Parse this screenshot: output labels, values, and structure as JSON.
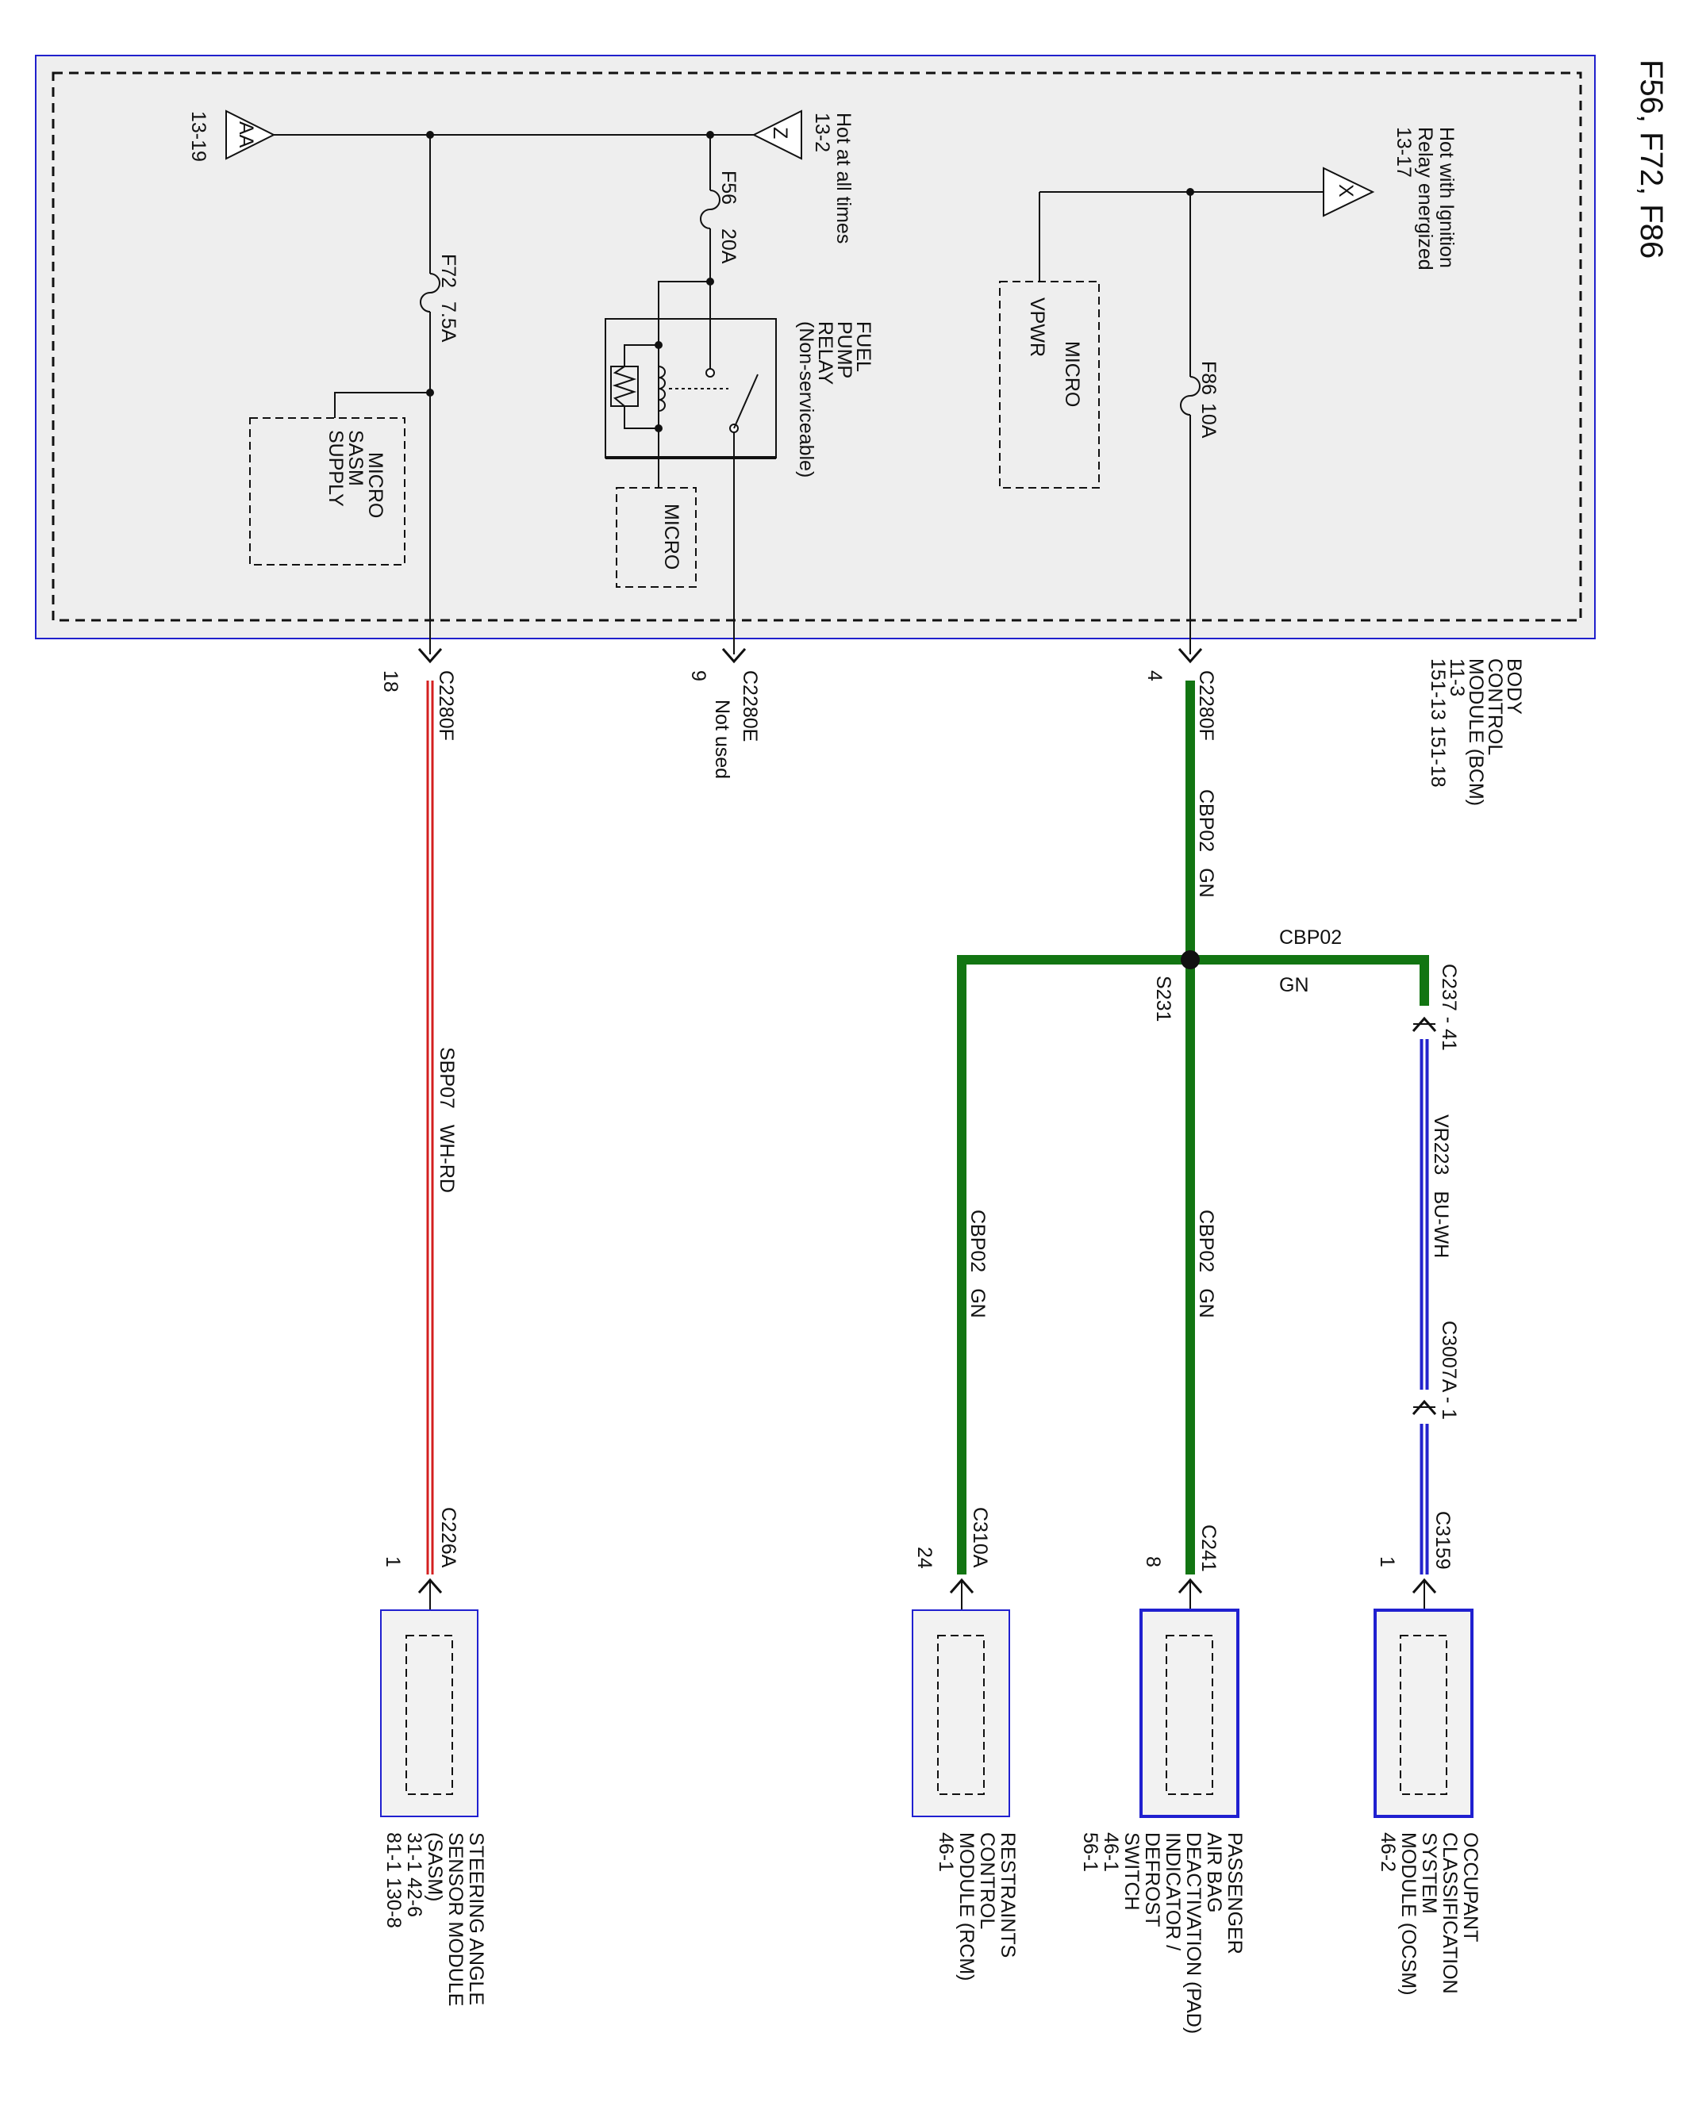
{
  "title": "F56, F72, F86",
  "bcm": {
    "name_lines": [
      "BODY",
      "CONTROL",
      "MODULE (BCM)",
      "11-3",
      "151-13     151-18"
    ]
  },
  "sources": {
    "x": {
      "letter": "X",
      "lines": [
        "Hot with Ignition",
        "Relay energized",
        "13-17"
      ]
    },
    "z": {
      "letter": "Z",
      "lines": [
        "Hot at all times",
        "13-2"
      ]
    },
    "aa": {
      "letter": "AA",
      "ref": "13-19"
    }
  },
  "fuses": {
    "f86": {
      "name": "F86",
      "rating": "10A"
    },
    "f56": {
      "name": "F56",
      "rating": "20A"
    },
    "f72": {
      "name": "F72",
      "rating": "7.5A"
    }
  },
  "relay": {
    "lines": [
      "FUEL",
      "PUMP",
      "RELAY",
      "(Non-serviceable)"
    ]
  },
  "micro_boxes": {
    "vpwr": [
      "MICRO",
      "VPWR"
    ],
    "relay_micro": [
      "MICRO"
    ],
    "sasm_supply": [
      "MICRO",
      "SASM",
      "SUPPLY"
    ]
  },
  "connectors": {
    "bcm_pin4": {
      "name": "C2280F",
      "pin": "4"
    },
    "bcm_pin9": {
      "name": "C2280E",
      "pin": "9",
      "note": "Not used"
    },
    "bcm_pin18": {
      "name": "C2280F",
      "pin": "18"
    },
    "c237": {
      "label": "C237 - 41"
    },
    "c3007": {
      "label": "C3007A - 1"
    },
    "c3159": {
      "name": "C3159",
      "pin": "1"
    },
    "c241": {
      "name": "C241",
      "pin": "8"
    },
    "c310a": {
      "name": "C310A",
      "pin": "24"
    },
    "c226a": {
      "name": "C226A",
      "pin": "1"
    }
  },
  "circuits": {
    "bcm_feed": {
      "id": "CBP02",
      "color": "GN"
    },
    "splice_out": {
      "id": "CBP02",
      "color": "GN"
    },
    "pad_leg": {
      "id": "CBP02",
      "color": "GN"
    },
    "rcm_leg": {
      "id": "CBP02",
      "color": "GN"
    },
    "ocsm_leg": {
      "id": "VR223",
      "color": "BU-WH"
    },
    "sasm_leg": {
      "id": "SBP07",
      "color": "WH-RD"
    }
  },
  "splice": {
    "name": "S231"
  },
  "modules": {
    "ocsm": [
      "OCCUPANT",
      "CLASSIFICATION",
      "SYSTEM",
      "MODULE (OCSM)",
      "46-2"
    ],
    "pad": [
      "PASSENGER",
      "AIR BAG",
      "DEACTIVATION (PAD)",
      "INDICATOR /",
      "DEFROST",
      "SWITCH",
      "46-1",
      "56-1"
    ],
    "rcm": [
      "RESTRAINTS",
      "CONTROL",
      "MODULE (RCM)",
      "46-1"
    ],
    "sasm": [
      "STEERING ANGLE",
      "SENSOR MODULE",
      "(SASM)",
      "31-1          42-6",
      "81-1         130-8"
    ]
  },
  "colors": {
    "green_wire": "#127512",
    "blue_wire": "#2222cc",
    "red_stripe": "#d42020",
    "module_border": "#2020d0",
    "panel_fill": "#eeeeee"
  }
}
